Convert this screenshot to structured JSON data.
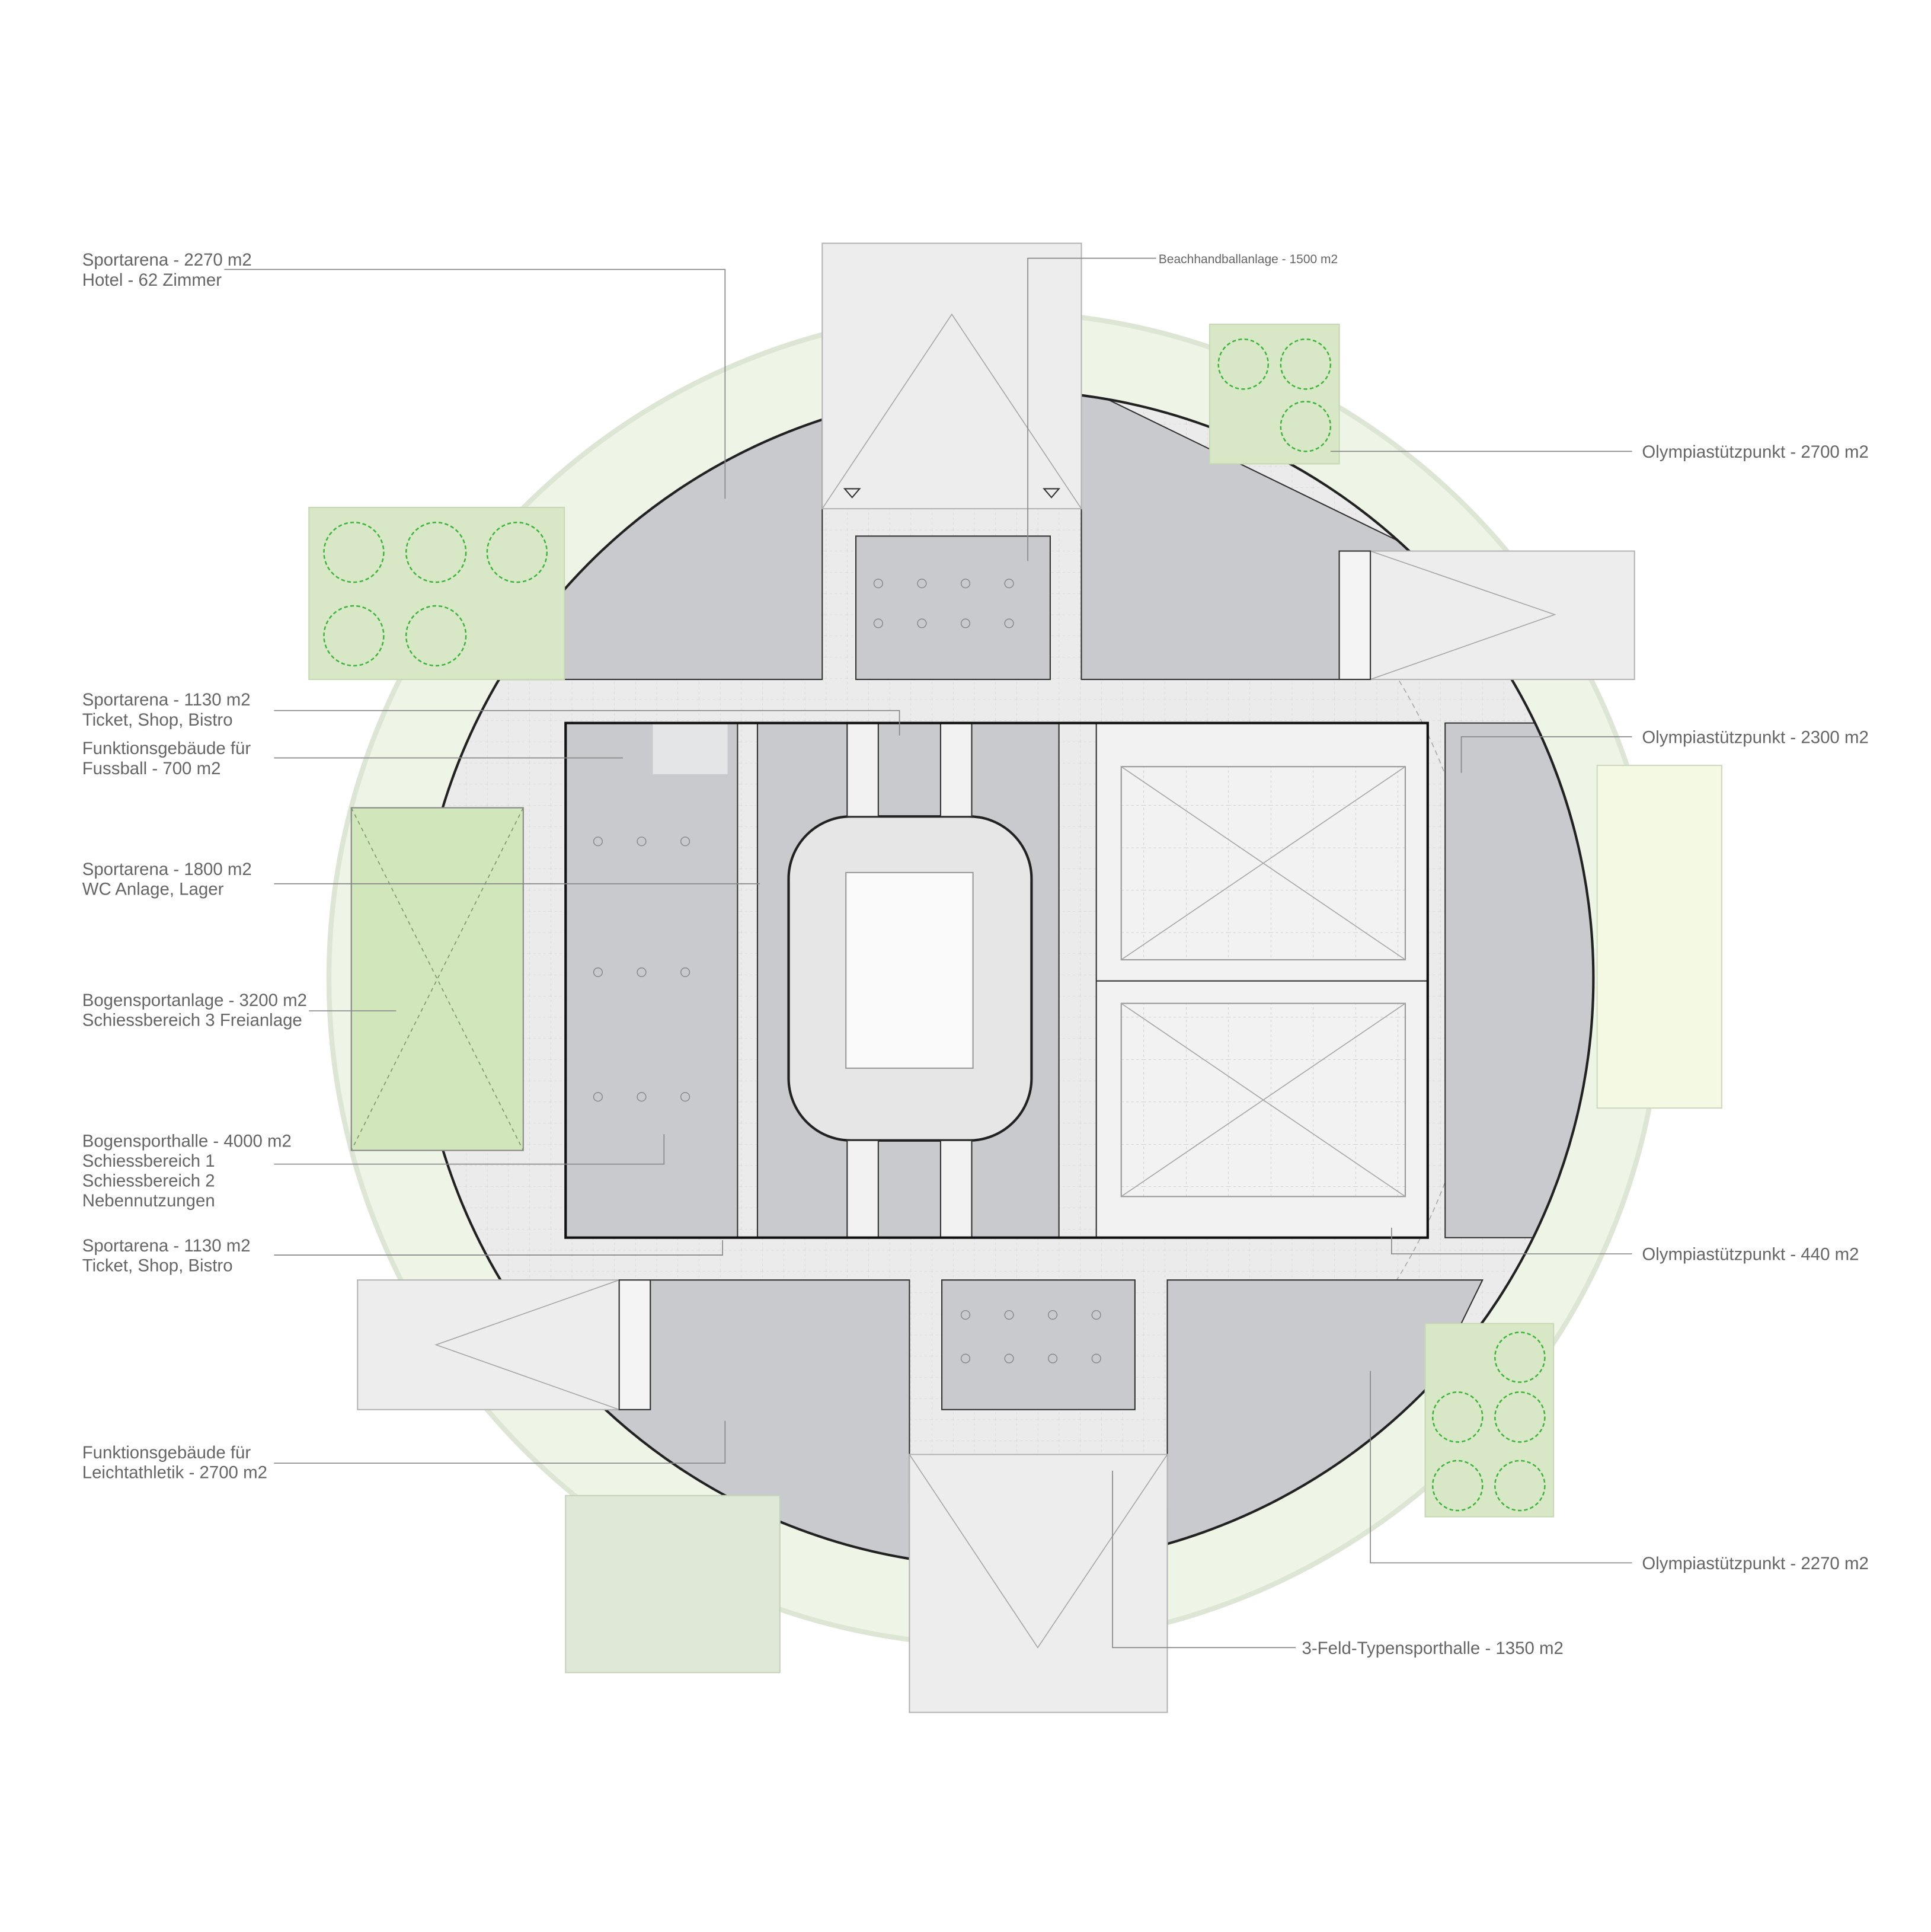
{
  "labels": {
    "hotel": {
      "line1": "Sportarena - 2270 m2",
      "line2": "Hotel - 62 Zimmer"
    },
    "beach": {
      "line1": "Beachhandballanlage - 1500 m2"
    },
    "olymp_2700": {
      "line1": "Olympiastützpunkt - 2700 m2"
    },
    "ticket_top": {
      "line1": "Sportarena - 1130 m2",
      "line2": "Ticket, Shop, Bistro"
    },
    "fussball": {
      "line1": "Funktionsgebäude für",
      "line2": "Fussball - 700 m2"
    },
    "wc": {
      "line1": "Sportarena - 1800 m2",
      "line2": "WC Anlage, Lager"
    },
    "bogen_anlage": {
      "line1": "Bogensportanlage - 3200 m2",
      "line2": "Schiessbereich 3 Freianlage"
    },
    "bogen_halle": {
      "line1": "Bogensporthalle - 4000 m2",
      "line2": "Schiessbereich 1",
      "line3": "Schiessbereich 2",
      "line4": "Nebennutzungen"
    },
    "ticket_bottom": {
      "line1": "Sportarena - 1130 m2",
      "line2": "Ticket, Shop, Bistro"
    },
    "olymp_2300": {
      "line1": "Olympiastützpunkt - 2300 m2"
    },
    "olymp_440": {
      "line1": "Olympiastützpunkt - 440 m2"
    },
    "leichtathletik": {
      "line1": "Funktionsgebäude für",
      "line2": "Leichtathletik - 2700 m2"
    },
    "olymp_2270": {
      "line1": "Olympiastützpunkt - 2270 m2"
    },
    "typenhalle": {
      "line1": "3-Feld-Typensporthalle - 1350 m2"
    }
  },
  "colors": {
    "green_ring": "#eef4e6",
    "field_green": "#d4e8c0",
    "building_gray": "#c9cace",
    "tree": "#3db53d"
  }
}
